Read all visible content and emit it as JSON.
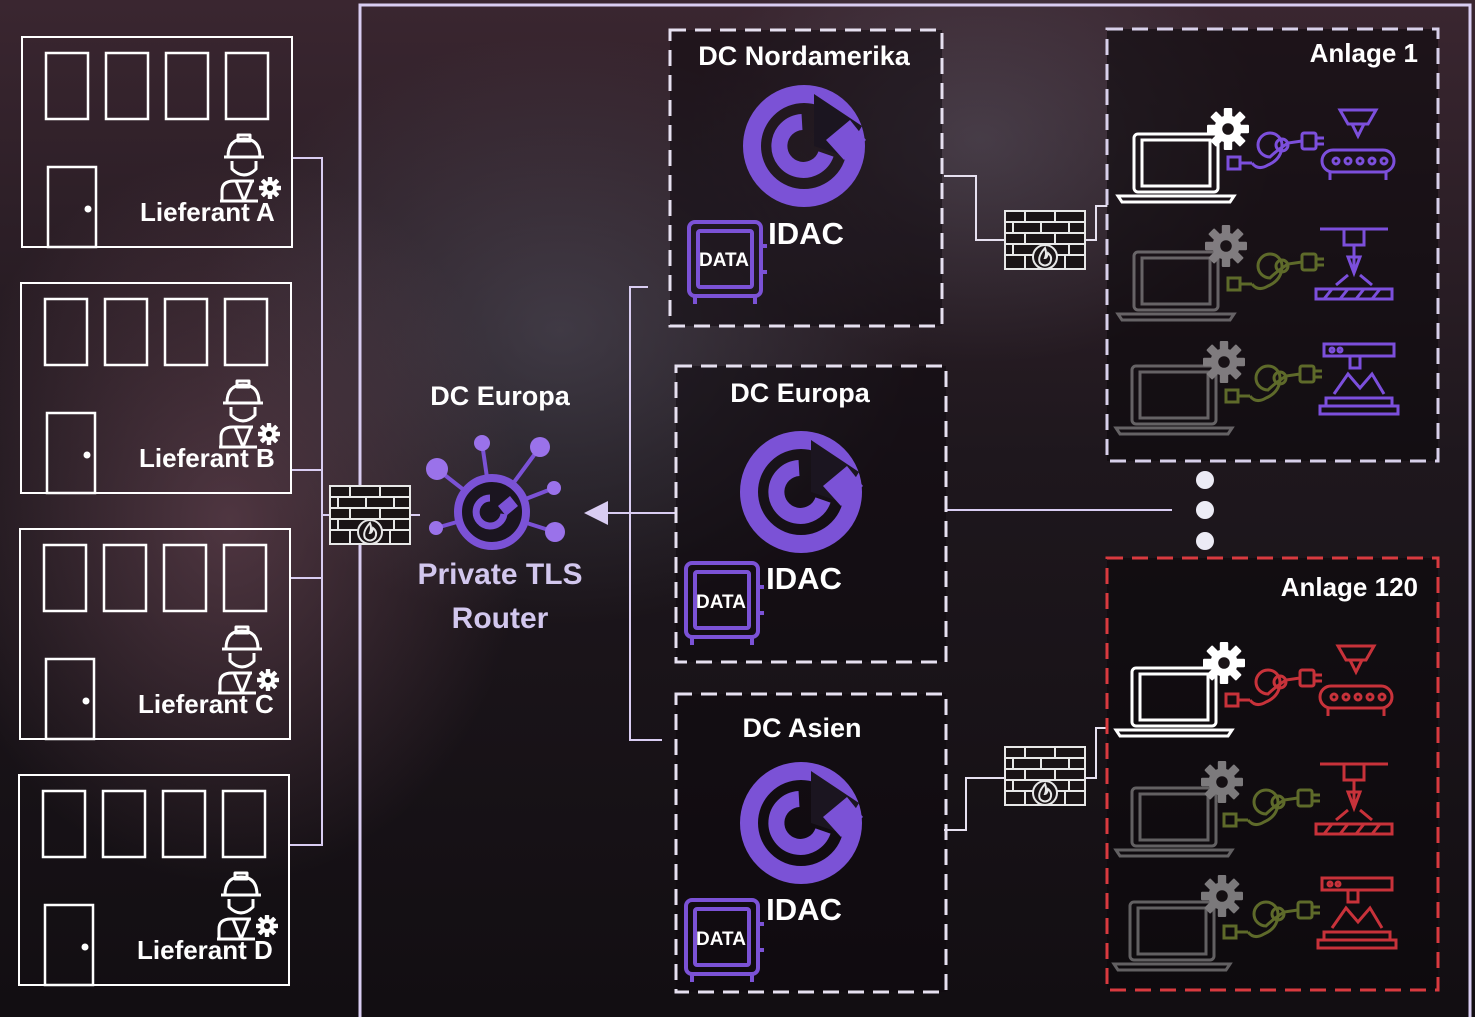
{
  "suppliers": [
    {
      "label": "Lieferant A"
    },
    {
      "label": "Lieferant B"
    },
    {
      "label": "Lieferant C"
    },
    {
      "label": "Lieferant D"
    }
  ],
  "router": {
    "title": "DC Europa",
    "name_line1": "Private TLS",
    "name_line2": "Router"
  },
  "datacenters": [
    {
      "title": "DC Nordamerika",
      "product": "IDAC",
      "vault_label": "DATA"
    },
    {
      "title": "DC Europa",
      "product": "IDAC",
      "vault_label": "DATA"
    },
    {
      "title": "DC Asien",
      "product": "IDAC",
      "vault_label": "DATA"
    }
  ],
  "plants": [
    {
      "title": "Anlage 1",
      "accent": "#7c4fdc"
    },
    {
      "title": "Anlage 120",
      "accent": "#c8323a"
    }
  ],
  "colors": {
    "frame": "#d9cdf2",
    "dc_border": "#e6e0f0",
    "logo": "#7b52d6",
    "plant1_border": "#d8d0ea",
    "plant120_border": "#d93a3f",
    "inactive_cable": "#5e6a2a",
    "firewall": "#e8e8e8"
  },
  "icons": [
    "building-icon",
    "worker-icon",
    "gear-icon",
    "firewall-icon",
    "router-hub-icon",
    "idac-logo-icon",
    "data-vault-icon",
    "laptop-icon",
    "cable-icon",
    "cnc-machine-icon",
    "ellipsis-dots-icon"
  ]
}
